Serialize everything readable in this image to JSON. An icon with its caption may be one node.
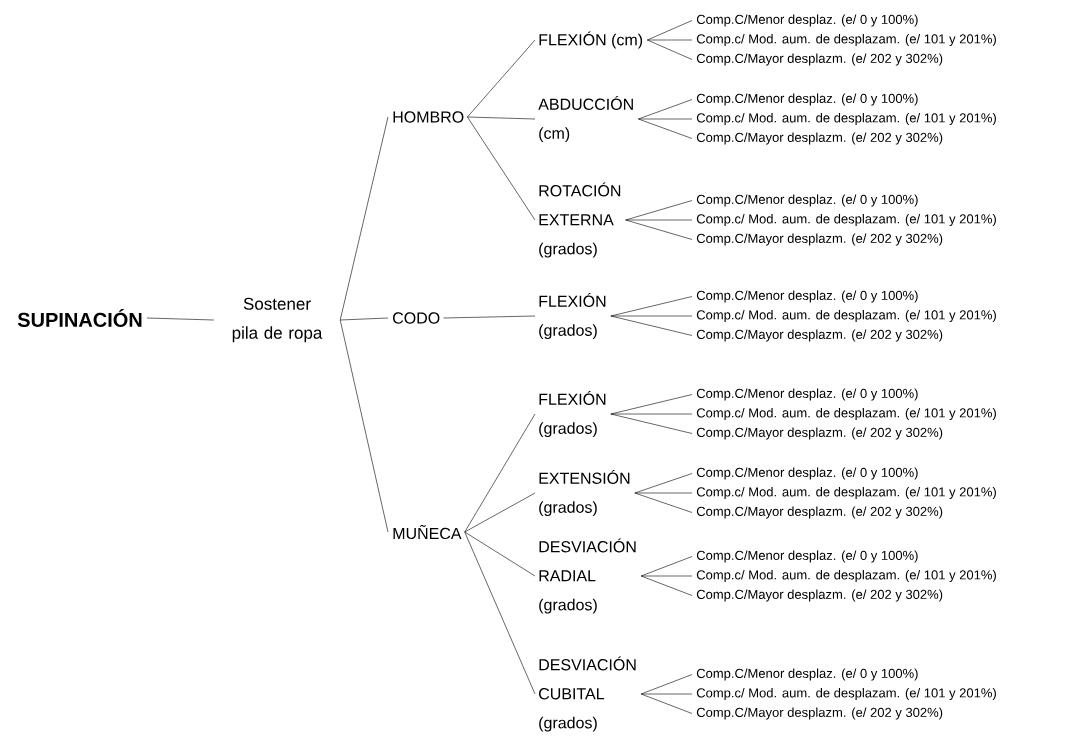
{
  "diagram": {
    "nodes": [
      {
        "text": [
          "SUPINACIÓN"
        ]
      },
      {
        "text": [
          "Sostener pila de ropa"
        ]
      },
      {
        "text": [
          "HOMBRO"
        ]
      },
      {
        "text": [
          "CODO"
        ]
      },
      {
        "text": [
          "MUÑECA"
        ]
      },
      {
        "text": [
          "FLEXIÓN (cm)"
        ]
      },
      {
        "text": [
          "ABDUCCIÓN (cm)"
        ]
      },
      {
        "text": [
          "ROTACIÓN EXTERNA (grados)"
        ]
      },
      {
        "text": [
          "FLEXIÓN (grados)"
        ]
      },
      {
        "text": [
          "FLEXIÓN (grados)"
        ]
      },
      {
        "text": [
          "EXTENSIÓN (grados)"
        ]
      },
      {
        "text": [
          "DESVIACIÓN RADIAL (grados)"
        ]
      },
      {
        "text": [
          "DESVIACIÓN CUBITAL (grados)"
        ]
      },
      {
        "text": [
          "Comp.C/Menor desplaz. (e/ 0 y 100%)"
        ]
      },
      {
        "text": [
          "Comp.c/ Mod. aum. de desplazam. (e/ 101 y 201%)"
        ]
      },
      {
        "text": [
          "Comp.C/Mayor desplazm. (e/ 202 y 302%)"
        ]
      },
      {
        "text": [
          "Comp.C/Menor desplaz. (e/ 0 y 100%)"
        ]
      },
      {
        "text": [
          "Comp.c/ Mod. aum. de desplazam. (e/ 101 y 201%)"
        ]
      },
      {
        "text": [
          "Comp.C/Mayor desplazm. (e/ 202 y 302%)"
        ]
      },
      {
        "text": [
          "Comp.C/Menor desplaz. (e/ 0 y 100%)"
        ]
      },
      {
        "text": [
          "Comp.c/ Mod. aum. de desplazam. (e/ 101 y 201%)"
        ]
      },
      {
        "text": [
          "Comp.C/Mayor desplazm. (e/ 202 y 302%)"
        ]
      },
      {
        "text": [
          "Comp.C/Menor desplaz. (e/ 0 y 100%)"
        ]
      },
      {
        "text": [
          "Comp.c/ Mod. aum. de desplazam. (e/ 101 y 201%)"
        ]
      },
      {
        "text": [
          "Comp.C/Mayor desplazm. (e/ 202 y 302%)"
        ]
      },
      {
        "text": [
          "Comp.C/Menor desplaz. (e/ 0 y 100%)"
        ]
      },
      {
        "text": [
          "Comp.c/ Mod. aum. de desplazam. (e/ 101 y 201%)"
        ]
      },
      {
        "text": [
          "Comp.C/Mayor desplazm. (e/ 202 y 302%)"
        ]
      },
      {
        "text": [
          "Comp.C/Menor desplaz. (e/ 0 y 100%)"
        ]
      },
      {
        "text": [
          "Comp.c/ Mod. aum. de desplazam. (e/ 101 y 201%)"
        ]
      },
      {
        "text": [
          "Comp.C/Mayor desplazm. (e/ 202 y 302%)"
        ]
      },
      {
        "text": [
          "Comp.C/Menor desplaz. (e/ 0 y 100%)"
        ]
      },
      {
        "text": [
          "Comp.c/ Mod. aum. de desplazam. (e/ 101 y 201%)"
        ]
      },
      {
        "text": [
          "Comp.C/Mayor desplazm. (e/ 202 y 302%)"
        ]
      },
      {
        "text": [
          "Comp.C/Menor desplaz. (e/ 0 y 100%)"
        ]
      },
      {
        "text": [
          "Comp.c/ Mod. aum. de desplazam. (e/ 101 y 201%)"
        ]
      },
      {
        "text": [
          "Comp.C/Mayor desplazm. (e/ 202 y 302%)"
        ]
      }
    ],
    "edges": [
      {
        "from": 0,
        "to": 1,
        "arrow": "none"
      },
      {
        "from": 1,
        "to": 2,
        "arrow": "none"
      },
      {
        "from": 1,
        "to": 3,
        "arrow": "none"
      },
      {
        "from": 1,
        "to": 4,
        "arrow": "none"
      },
      {
        "from": 2,
        "to": 5,
        "arrow": "none"
      },
      {
        "from": 2,
        "to": 6,
        "arrow": "none"
      },
      {
        "from": 2,
        "to": 7,
        "arrow": "none"
      },
      {
        "from": 3,
        "to": 8,
        "arrow": "none"
      },
      {
        "from": 4,
        "to": 9,
        "arrow": "none"
      },
      {
        "from": 4,
        "to": 10,
        "arrow": "none"
      },
      {
        "from": 4,
        "to": 11,
        "arrow": "none"
      },
      {
        "from": 4,
        "to": 12,
        "arrow": "none"
      },
      {
        "from": 5,
        "to": 13,
        "arrow": "none"
      },
      {
        "from": 5,
        "to": 14,
        "arrow": "none"
      },
      {
        "from": 5,
        "to": 15,
        "arrow": "none"
      },
      {
        "from": 6,
        "to": 16,
        "arrow": "none"
      },
      {
        "from": 6,
        "to": 17,
        "arrow": "none"
      },
      {
        "from": 6,
        "to": 18,
        "arrow": "none"
      },
      {
        "from": 7,
        "to": 19,
        "arrow": "none"
      },
      {
        "from": 7,
        "to": 20,
        "arrow": "none"
      },
      {
        "from": 7,
        "to": 21,
        "arrow": "none"
      },
      {
        "from": 8,
        "to": 22,
        "arrow": "none"
      },
      {
        "from": 8,
        "to": 23,
        "arrow": "none"
      },
      {
        "from": 8,
        "to": 24,
        "arrow": "none"
      },
      {
        "from": 9,
        "to": 25,
        "arrow": "none"
      },
      {
        "from": 9,
        "to": 26,
        "arrow": "none"
      },
      {
        "from": 9,
        "to": 27,
        "arrow": "none"
      },
      {
        "from": 10,
        "to": 28,
        "arrow": "none"
      },
      {
        "from": 10,
        "to": 29,
        "arrow": "none"
      },
      {
        "from": 10,
        "to": 30,
        "arrow": "none"
      },
      {
        "from": 11,
        "to": 31,
        "arrow": "none"
      },
      {
        "from": 11,
        "to": 32,
        "arrow": "none"
      },
      {
        "from": 11,
        "to": 33,
        "arrow": "none"
      },
      {
        "from": 12,
        "to": 34,
        "arrow": "none"
      },
      {
        "from": 12,
        "to": 35,
        "arrow": "none"
      },
      {
        "from": 12,
        "to": 36,
        "arrow": "none"
      }
    ]
  }
}
